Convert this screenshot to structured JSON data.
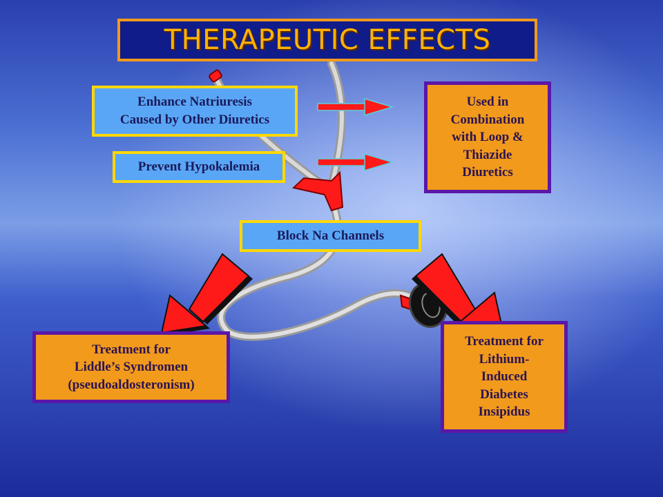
{
  "title": "THERAPEUTIC EFFECTS",
  "boxes": {
    "enhance": "Enhance Natriuresis\nCaused by Other Diuretics",
    "prevent": "Prevent Hypokalemia",
    "block": "Block Na Channels",
    "combination": "Used in\nCombination\nwith Loop &\nThiazide\nDiuretics",
    "liddle": "Treatment for\nLiddle’s Syndromen\n(pseudoaldosteronism)",
    "lithium": "Treatment for\nLithium-\nInduced\nDiabetes\nInsipidus"
  },
  "colors": {
    "box_blue": "#5aa6f6",
    "box_orange": "#f29a1c",
    "arrow_red": "#ff1a1a",
    "title_text": "#ffb300"
  }
}
